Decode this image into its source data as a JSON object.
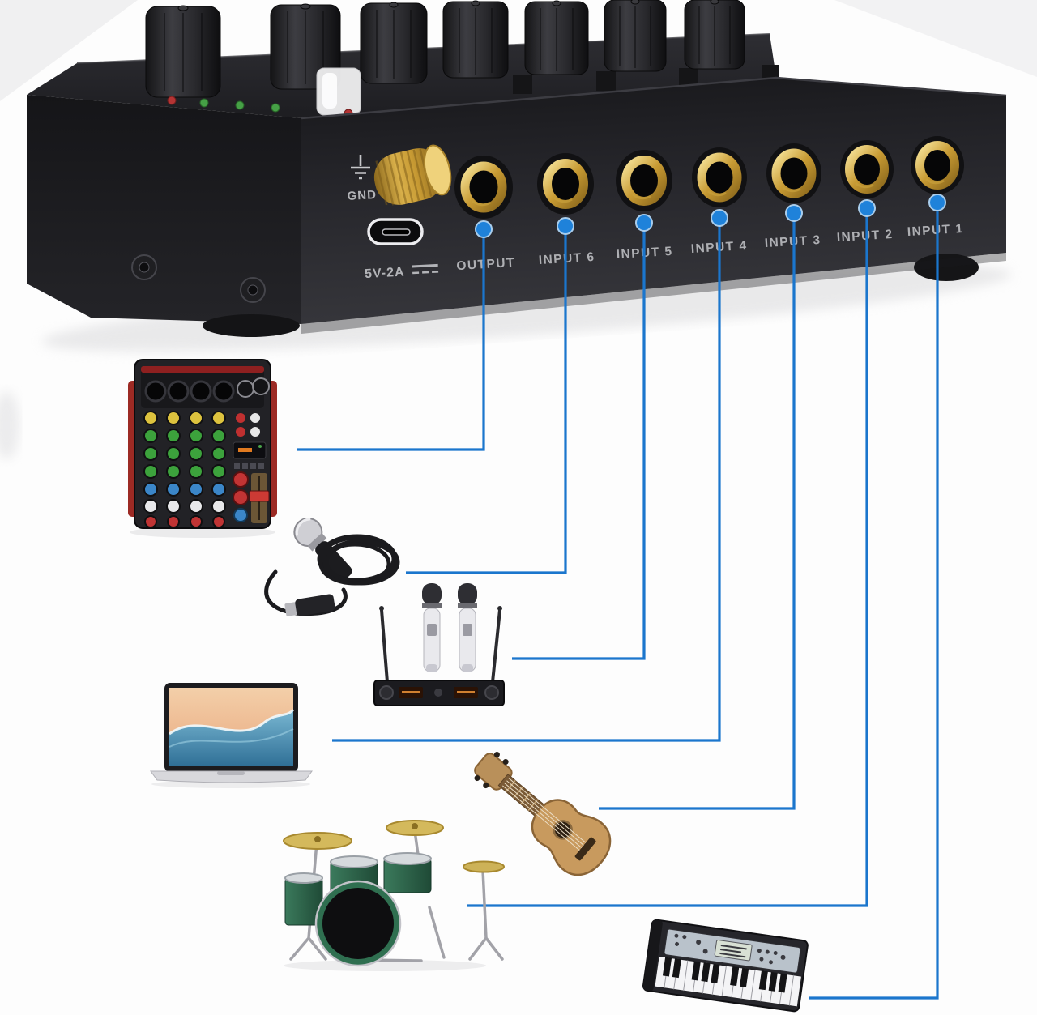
{
  "scene": {
    "description": "Rear panel of a 6-channel mini audio line mixer with blue connection lines to compatible devices",
    "background_color": "#fdfdfd",
    "accent_blue": "#1b76cd",
    "gold": "#d9b04a",
    "device_black": "#202024",
    "label_gray": "#b2b3b7"
  },
  "device": {
    "ground_label": "GND",
    "power_label": "5V-2A",
    "knob_count": 7,
    "ports": [
      {
        "label": "OUTPUT",
        "connects_to": "mixer-console"
      },
      {
        "label": "INPUT 6",
        "connects_to": "wired-microphone"
      },
      {
        "label": "INPUT 5",
        "connects_to": "wireless-microphone-system"
      },
      {
        "label": "INPUT 4",
        "connects_to": "laptop"
      },
      {
        "label": "INPUT 3",
        "connects_to": "ukulele"
      },
      {
        "label": "INPUT 2",
        "connects_to": "drum-kit"
      },
      {
        "label": "INPUT 1",
        "connects_to": "electronic-keyboard"
      }
    ]
  },
  "illustrations": [
    {
      "name": "mixer-console-icon"
    },
    {
      "name": "wired-microphone-icon"
    },
    {
      "name": "wireless-microphone-system-icon"
    },
    {
      "name": "laptop-icon"
    },
    {
      "name": "ukulele-icon"
    },
    {
      "name": "drum-kit-icon"
    },
    {
      "name": "electronic-keyboard-icon"
    }
  ]
}
